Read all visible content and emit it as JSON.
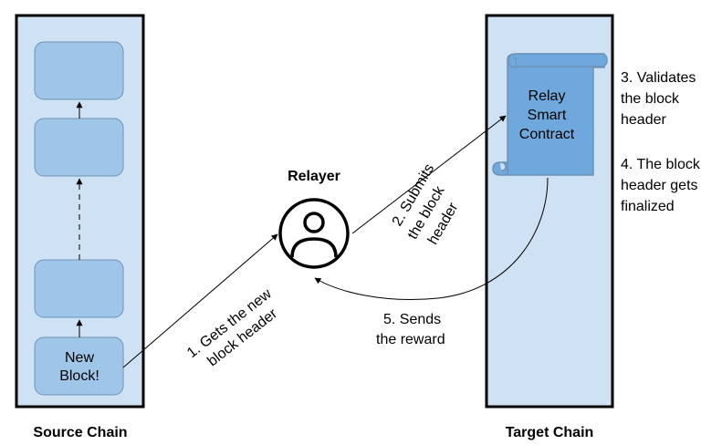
{
  "source_chain": {
    "label": "Source Chain",
    "blocks": [
      {
        "lines": []
      },
      {
        "lines": []
      },
      {
        "lines": []
      },
      {
        "lines": [
          "New",
          "Block!"
        ]
      }
    ]
  },
  "target_chain": {
    "label": "Target Chain",
    "contract": {
      "lines": [
        "Relay",
        "Smart",
        "Contract"
      ]
    },
    "notes": [
      {
        "lines": [
          "3. Validates",
          "the block",
          "header"
        ]
      },
      {
        "lines": [
          "4. The block",
          "header gets",
          "finalized"
        ]
      }
    ]
  },
  "relayer": {
    "label": "Relayer"
  },
  "steps": [
    {
      "lines": [
        "1. Gets the new",
        "block header"
      ]
    },
    {
      "lines": [
        "2. Submits",
        "the block",
        "header"
      ]
    },
    {
      "lines": [
        "5. Sends",
        "the reward"
      ]
    }
  ],
  "colors": {
    "chain_fill": "#cfe2f3",
    "block_fill": "#9fc5e8",
    "block_stroke": "#6f93b7",
    "contract_fill": "#6fa8dc",
    "stroke": "#000000"
  }
}
